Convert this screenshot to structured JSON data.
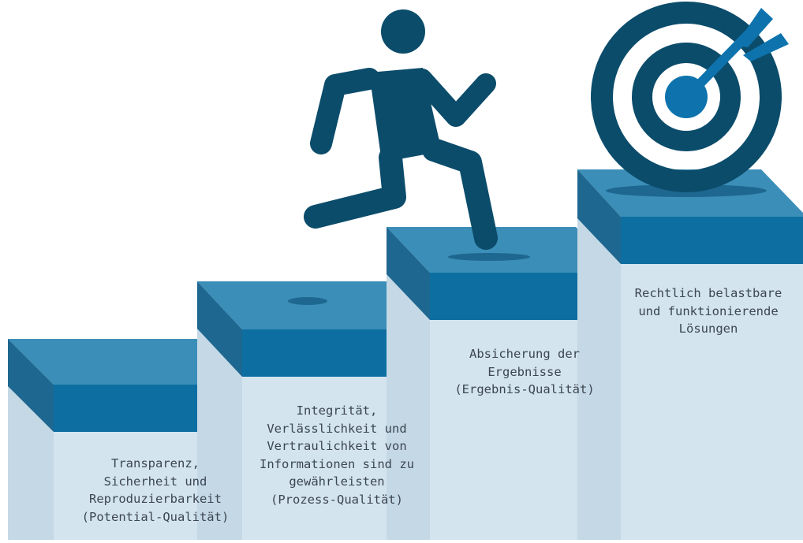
{
  "colors": {
    "face_light": "#d3e4ee",
    "face_shadow": "#a6c4d3",
    "top_band": "#0d6ea1",
    "top_surface": "#3b8eb8",
    "side_dark": "#1e6790",
    "figure_navy": "#0b4c6b",
    "target_blue": "#0e73ad"
  },
  "icons": {
    "runner": "running-person-icon",
    "target": "target-with-arrow-icon"
  },
  "steps": [
    {
      "text": "Transparenz,\nSicherheit und\nReproduzierbarkeit\n(Potential-Qualität)"
    },
    {
      "text": "Integrität,\nVerlässlichkeit und\nVertraulichkeit von\nInformationen sind zu\ngewährleisten\n(Prozess-Qualität)"
    },
    {
      "text": "Absicherung der\nErgebnisse\n(Ergebnis-Qualität)"
    },
    {
      "text": "Rechtlich belastbare\nund funktionierende\nLösungen"
    }
  ]
}
